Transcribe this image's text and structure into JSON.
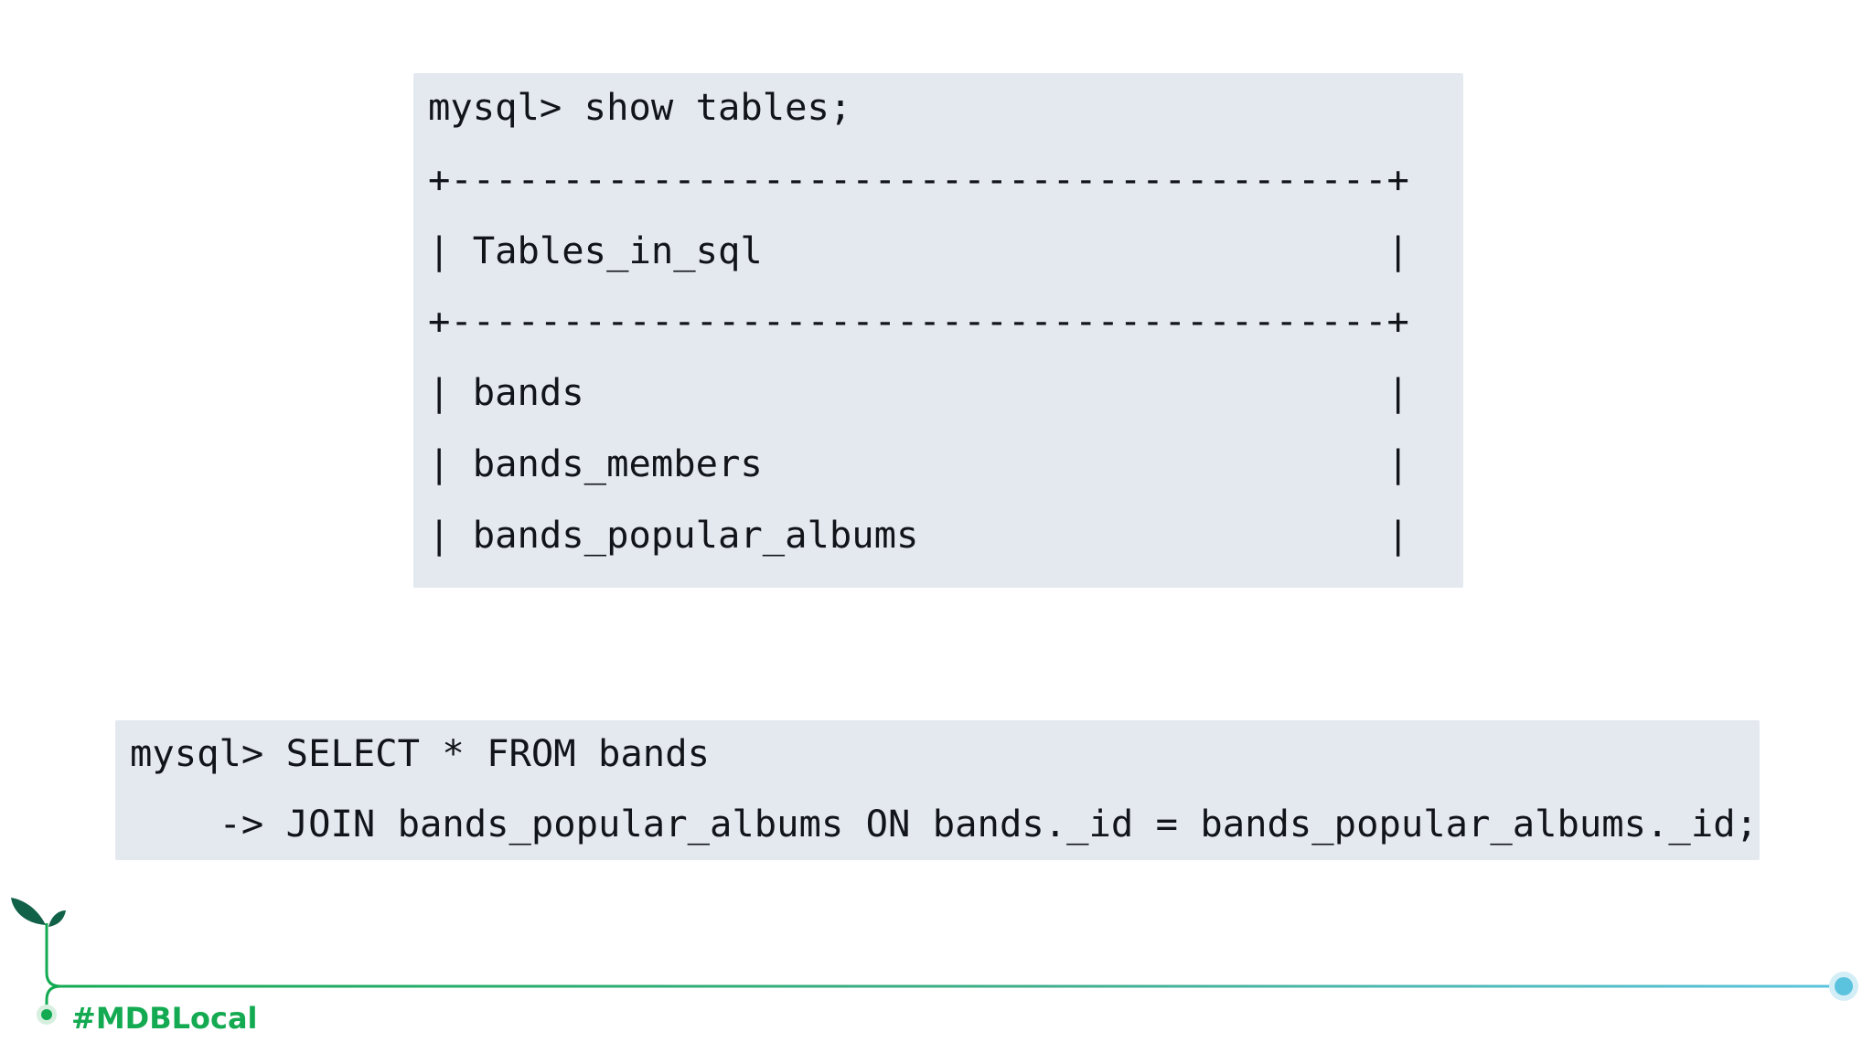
{
  "slide": {
    "query_block": {
      "lines": [
        "mysql> show tables;",
        "+------------------------------------------+",
        "| Tables_in_sql                            |",
        "+------------------------------------------+",
        "| bands                                    |",
        "| bands_members                            |",
        "| bands_popular_albums                     |"
      ]
    },
    "join_block": {
      "lines": [
        "mysql> SELECT * FROM bands",
        "    -> JOIN bands_popular_albums ON bands._id = bands_popular_albums._id;"
      ]
    },
    "footer": {
      "hashtag": "#MDBLocal",
      "icons": [
        "sprout-icon",
        "timeline-end-dot-icon"
      ]
    },
    "colors": {
      "code_background": "#e4e9f0",
      "code_text": "#111418",
      "brand_green": "#13aa52",
      "leaf_dark_green": "#116149",
      "timeline_end_blue": "#5bc3de"
    }
  }
}
